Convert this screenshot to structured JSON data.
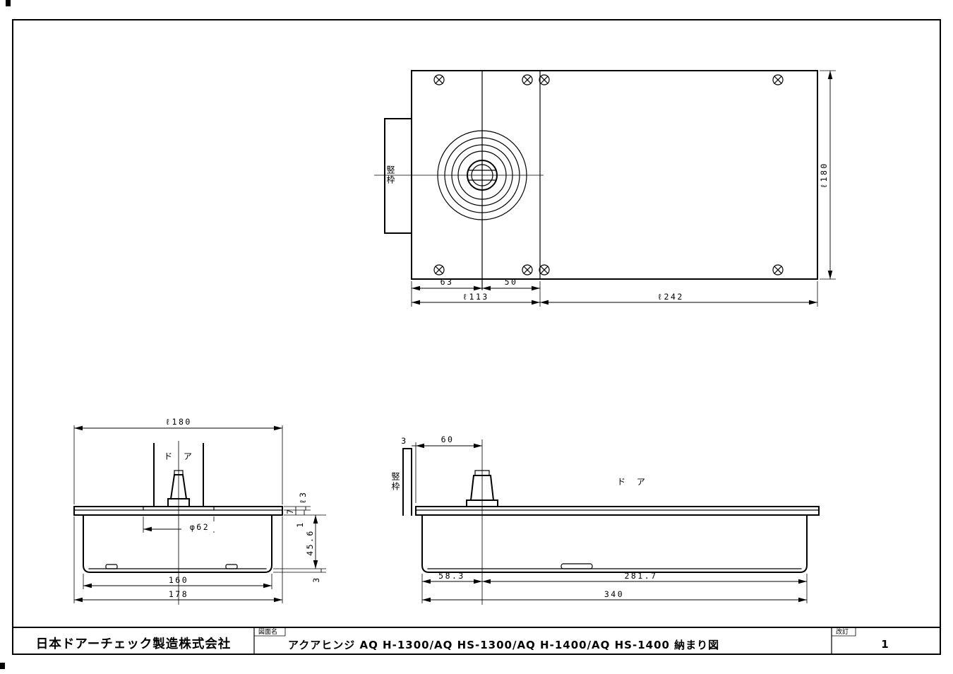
{
  "colors": {
    "line": "#000000",
    "background": "#ffffff"
  },
  "title_block": {
    "company": "日本ドアーチェック製造株式会社",
    "drawing_name_label": "図面名",
    "drawing_name": "アクアヒンジ AQ H-1300/AQ HS-1300/AQ H-1400/AQ HS-1400 納まり図",
    "revision_label": "改訂",
    "revision": "1"
  },
  "plan_view": {
    "frame_label": "竪枠",
    "dims": {
      "edge_to_center": "63",
      "center_to_joint": "50",
      "cover_plate_left": "ℓ113",
      "cover_plate_right": "ℓ242",
      "plate_depth": "ℓ180"
    }
  },
  "front_view": {
    "door_label": "ド ア",
    "dims": {
      "plate_width": "ℓ180",
      "collar_height": "7",
      "floor_clearance": "ℓ3",
      "gap": "1",
      "case_depth": "45.6",
      "bottom_clearance": "3",
      "ring_diameter": "φ62",
      "case_width": "160",
      "overall_width": "178"
    }
  },
  "side_view": {
    "frame_label": "竪枠",
    "door_label": "ド ア",
    "dims": {
      "frame_clearance": "3",
      "frame_to_center": "60",
      "front_length": "58.3",
      "rear_length": "281.7",
      "case_length": "340"
    }
  }
}
